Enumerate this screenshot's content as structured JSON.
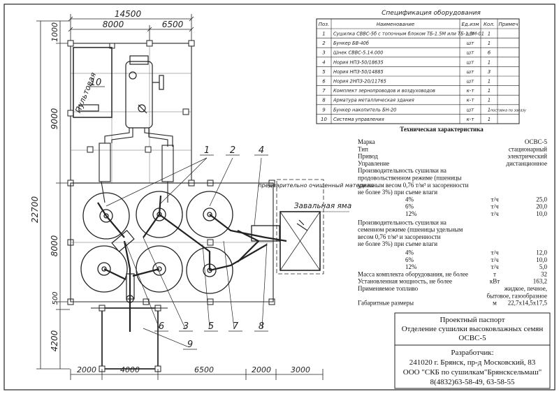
{
  "drawing": {
    "dims_top": {
      "total": "14500",
      "left": "8000",
      "right": "6500"
    },
    "dims_left": {
      "d1000": "1000",
      "d9000": "9000",
      "d22700": "22700",
      "d8000": "8000",
      "d500": "500",
      "d4200": "4200"
    },
    "dims_bottom": {
      "b1": "2000",
      "b2": "4000",
      "b3": "6500",
      "b4": "2000",
      "b5": "3000"
    },
    "control_room": {
      "label": "Пультовая",
      "number": "10"
    },
    "callouts": [
      "1",
      "2",
      "3",
      "4",
      "5",
      "6",
      "7",
      "8",
      "9"
    ],
    "note_cleaned": "предварительно очищенный материал",
    "note_pit": "Завальная яма"
  },
  "spec": {
    "title": "Спецификация оборудования",
    "headers": [
      "Поз.",
      "Наименование",
      "Ед.изм",
      "Кол.",
      "Примеч"
    ],
    "rows": [
      [
        "1",
        "Сушилка СВВС-5б с топочным блоком ТБ-1.5М или ТБ-1.5М-01",
        "шт",
        "1",
        ""
      ],
      [
        "2",
        "Бункер БВ-40б",
        "шт",
        "1",
        ""
      ],
      [
        "3",
        "Шнек СВВС-5.14.000",
        "шт",
        "6",
        ""
      ],
      [
        "4",
        "Нория НПЗ-50/18635",
        "шт",
        "1",
        ""
      ],
      [
        "5",
        "Нория НПЗ-50/14885",
        "шт",
        "3",
        ""
      ],
      [
        "6",
        "Нория 2НПЗ-20/11765",
        "шт",
        "1",
        ""
      ],
      [
        "7",
        "Комплект зернопроводов и воздуховодов",
        "к-т",
        "1",
        ""
      ],
      [
        "8",
        "Арматура металлическая здания",
        "к-т",
        "1",
        ""
      ],
      [
        "9",
        "Бункер накопитель БН-20",
        "шт",
        "1",
        "поставка по заказу"
      ],
      [
        "10",
        "Система управления",
        "к-т",
        "1",
        ""
      ]
    ]
  },
  "tech": {
    "title": "Техническая характеристика",
    "rows": [
      {
        "label": "Марка",
        "unit": "",
        "value": "ОСВС-5"
      },
      {
        "label": "Тип",
        "unit": "",
        "value": "стационарный"
      },
      {
        "label": "Привод",
        "unit": "",
        "value": "электрический"
      },
      {
        "label": "Управление",
        "unit": "",
        "value": "дистанционное"
      }
    ],
    "perf_food_lines": [
      "Производительность сушилки на",
      "продовольственном режиме (пшеницы",
      "удельным весом 0,76 т/м³ и засоренности",
      "не более 3%) при съеме влаги"
    ],
    "perf_food": [
      {
        "label": "4%",
        "unit": "т/ч",
        "value": "25,0"
      },
      {
        "label": "6%",
        "unit": "т/ч",
        "value": "20,0"
      },
      {
        "label": "12%",
        "unit": "т/ч",
        "value": "10,0"
      }
    ],
    "perf_seed_lines": [
      "Производительность сушилки на",
      "семенном режиме (пшеницы удельным",
      "весом 0,76 т/м³ и засоренности",
      "не более 3%) при съеме влаги"
    ],
    "perf_seed": [
      {
        "label": "4%",
        "unit": "т/ч",
        "value": "12,0"
      },
      {
        "label": "6%",
        "unit": "т/ч",
        "value": "10,0"
      },
      {
        "label": "12%",
        "unit": "т/ч",
        "value": "5,0"
      }
    ],
    "mass": {
      "label": "Масса комплекта оборудования, не более",
      "unit": "т",
      "value": "32"
    },
    "power": {
      "label": "Установленная мощность, не более",
      "unit": "кВт",
      "value": "163,2"
    },
    "fuel": {
      "label": "Применяемое топливо",
      "value1": "жидкое, печное,",
      "value2": "бытовое, газообразное"
    },
    "dims": {
      "label": "Габаритные размеры",
      "unit": "м",
      "value": "22,7х14,5х17,5"
    }
  },
  "passport": {
    "line1": "Проектный паспорт",
    "line2": "Отделение сушилки высоковлажных семян",
    "line3": "ОСВС-5"
  },
  "developer": {
    "title": "Разработчик:",
    "address": "241020 г. Брянск, пр-д Московский, 83",
    "org": "ООО \"СКБ по сушилкам\"Брянсксельмаш\"",
    "phone": "8(4832)63-58-49, 63-58-55"
  }
}
